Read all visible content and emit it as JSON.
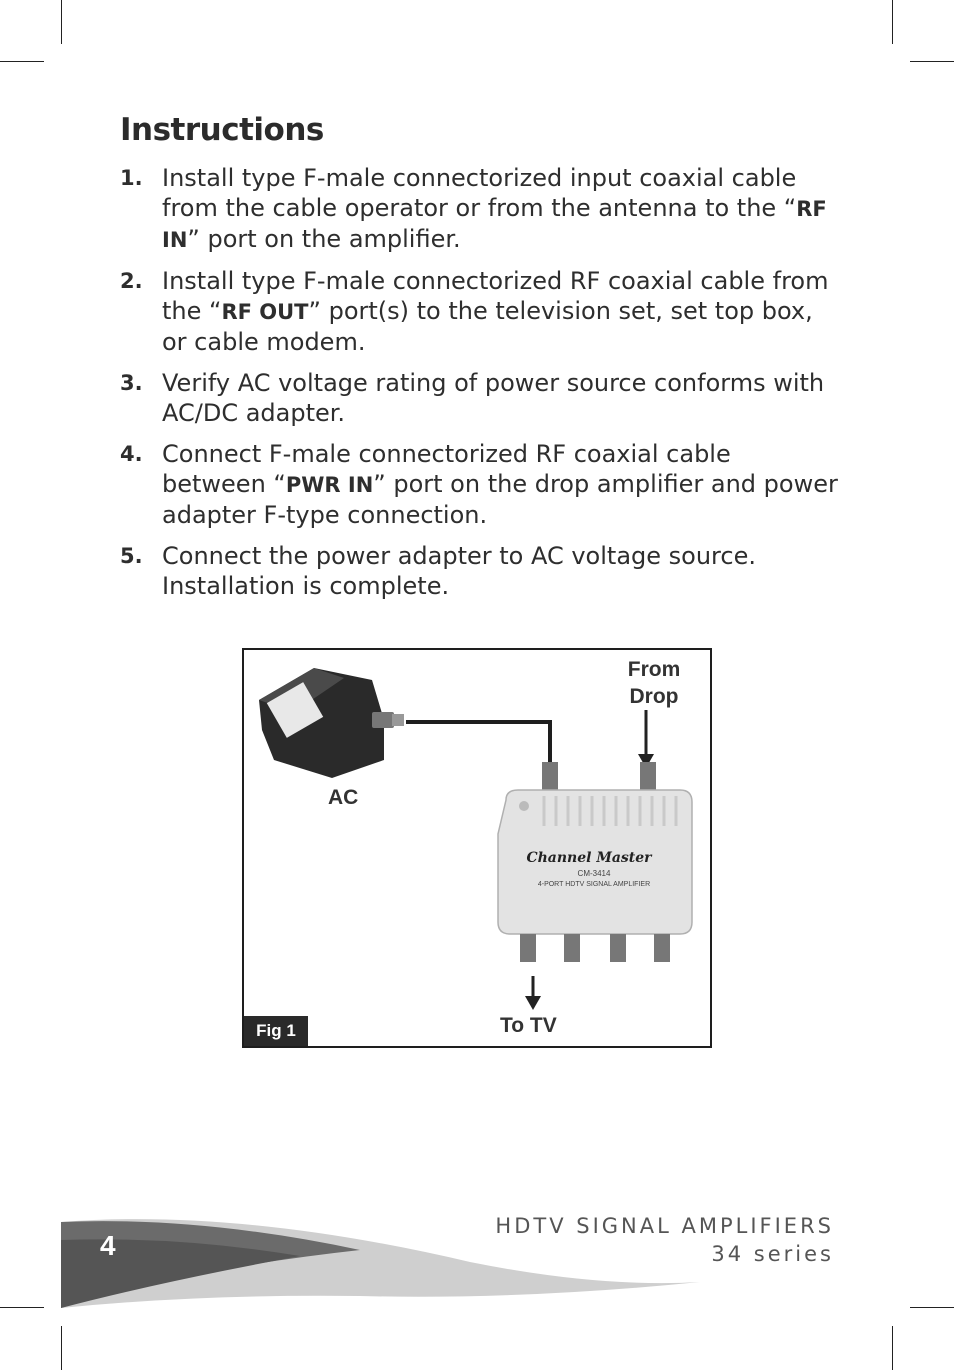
{
  "page": {
    "title": "Instructions",
    "steps": [
      {
        "num": "1.",
        "text_a": "Install type F-male connectorized input coaxial cable from the cable operator or from the antenna to the “",
        "bold": "RF IN",
        "text_b": "” port on the amplifier."
      },
      {
        "num": "2.",
        "text_a": "Install type F-male connectorized RF coaxial cable from the “",
        "bold": "RF OUT",
        "text_b": "” port(s) to the television set, set top box, or cable modem."
      },
      {
        "num": "3.",
        "text_a": "Verify AC voltage rating of power source conforms with AC/DC adapter.",
        "bold": "",
        "text_b": ""
      },
      {
        "num": "4.",
        "text_a": "Connect F-male connectorized RF coaxial cable between “",
        "bold": "PWR IN",
        "text_b": "” port on the drop amplifier and power adapter F-type connection."
      },
      {
        "num": "5.",
        "text_a": "Connect the power adapter to AC voltage source. Installation is complete.",
        "bold": "",
        "text_b": ""
      }
    ]
  },
  "figure": {
    "tag": "Fig 1",
    "label_ac": "AC",
    "label_from": "From",
    "label_drop": "Drop",
    "label_to_tv": "To TV",
    "brand_logo": "Channel Master",
    "model": "CM-3414",
    "model_desc": "4-PORT HDTV SIGNAL AMPLIFIER"
  },
  "footer": {
    "line1": "HDTV SIGNAL AMPLIFIERS",
    "line2": "34 series",
    "page_number": "4"
  }
}
